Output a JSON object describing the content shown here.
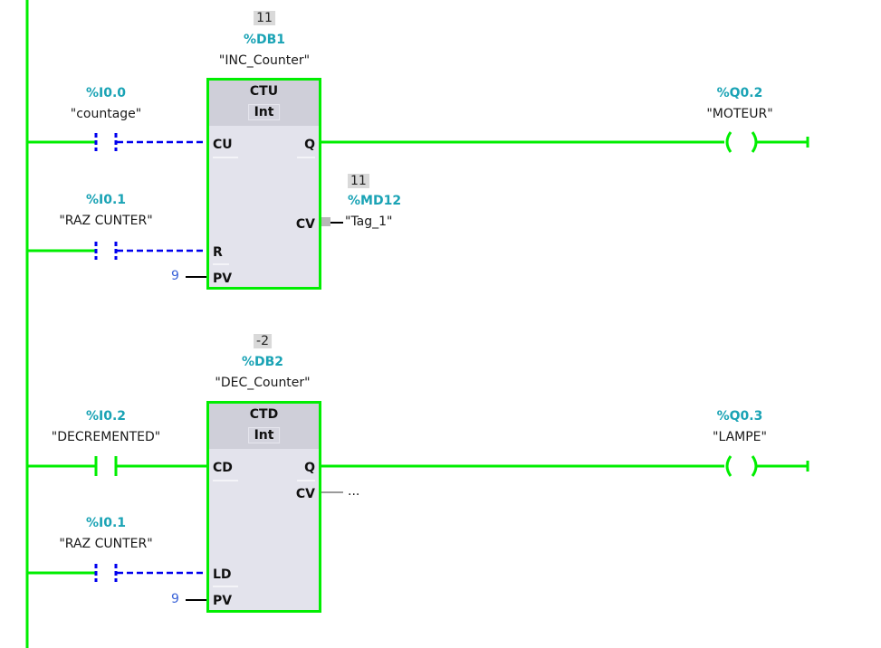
{
  "networks": [
    {
      "instance": {
        "value": "11",
        "address": "%DB1",
        "symbol": "\"INC_Counter\""
      },
      "block": {
        "type": "CTU",
        "data_type": "Int",
        "pins_in": [
          "CU",
          "R",
          "PV"
        ],
        "pins_out": [
          "Q",
          "CV"
        ]
      },
      "contacts": [
        {
          "address": "%I0.0",
          "symbol": "\"countage\"",
          "state": "not-powered"
        },
        {
          "address": "%I0.1",
          "symbol": "\"RAZ CUNTER\"",
          "state": "not-powered"
        }
      ],
      "pv_value": "9",
      "cv_output": {
        "value": "11",
        "address": "%MD12",
        "symbol": "\"Tag_1\""
      },
      "coil": {
        "address": "%Q0.2",
        "symbol": "\"MOTEUR\""
      }
    },
    {
      "instance": {
        "value": "-2",
        "address": "%DB2",
        "symbol": "\"DEC_Counter\""
      },
      "block": {
        "type": "CTD",
        "data_type": "Int",
        "pins_in": [
          "CD",
          "LD",
          "PV"
        ],
        "pins_out": [
          "Q",
          "CV"
        ]
      },
      "contacts": [
        {
          "address": "%I0.2",
          "symbol": "\"DECREMENTED\"",
          "state": "powered"
        },
        {
          "address": "%I0.1",
          "symbol": "\"RAZ CUNTER\"",
          "state": "not-powered"
        }
      ],
      "pv_value": "9",
      "cv_output": {
        "placeholder": "..."
      },
      "coil": {
        "address": "%Q0.3",
        "symbol": "\"LAMPE\""
      }
    }
  ],
  "colors": {
    "powered": "#00ee00",
    "not_powered": "#0000ee",
    "address": "#1aa3b5",
    "block_fill": "#e3e3ec"
  }
}
